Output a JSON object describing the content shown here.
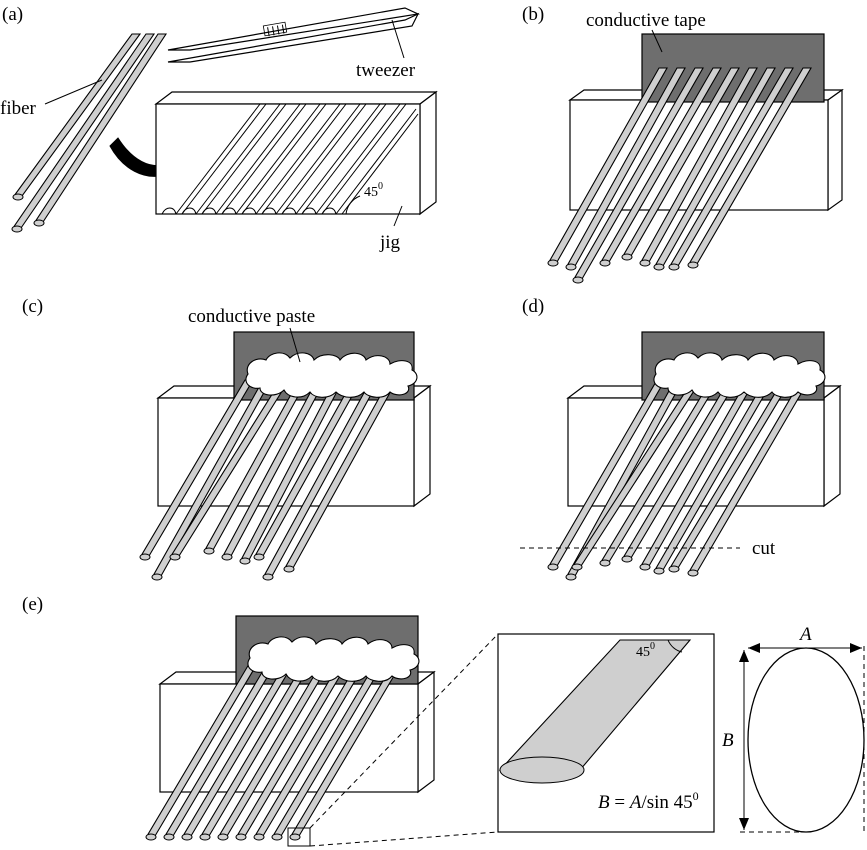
{
  "panels": {
    "a": {
      "label": "(a)",
      "fiber_label": "fiber",
      "tweezer_label": "tweezer",
      "jig_label": "jig",
      "angle_value": "45",
      "angle_superscript": "0"
    },
    "b": {
      "label": "(b)",
      "tape_label": "conductive tape"
    },
    "c": {
      "label": "(c)",
      "paste_label": "conductive paste"
    },
    "d": {
      "label": "(d)",
      "cut_label": "cut"
    },
    "e": {
      "label": "(e)",
      "inset_angle_value": "45",
      "inset_angle_superscript": "0",
      "ellipse_axis_a": "A",
      "ellipse_axis_b": "B",
      "formula_lhs": "B",
      "formula_eq": " = ",
      "formula_rhs_var": "A",
      "formula_rhs_rest": "/sin 45",
      "formula_superscript": "0"
    }
  },
  "colors": {
    "fiber": "#cfcfcf",
    "tape": "#6e6e6e",
    "outline": "#000000",
    "background": "#ffffff"
  }
}
